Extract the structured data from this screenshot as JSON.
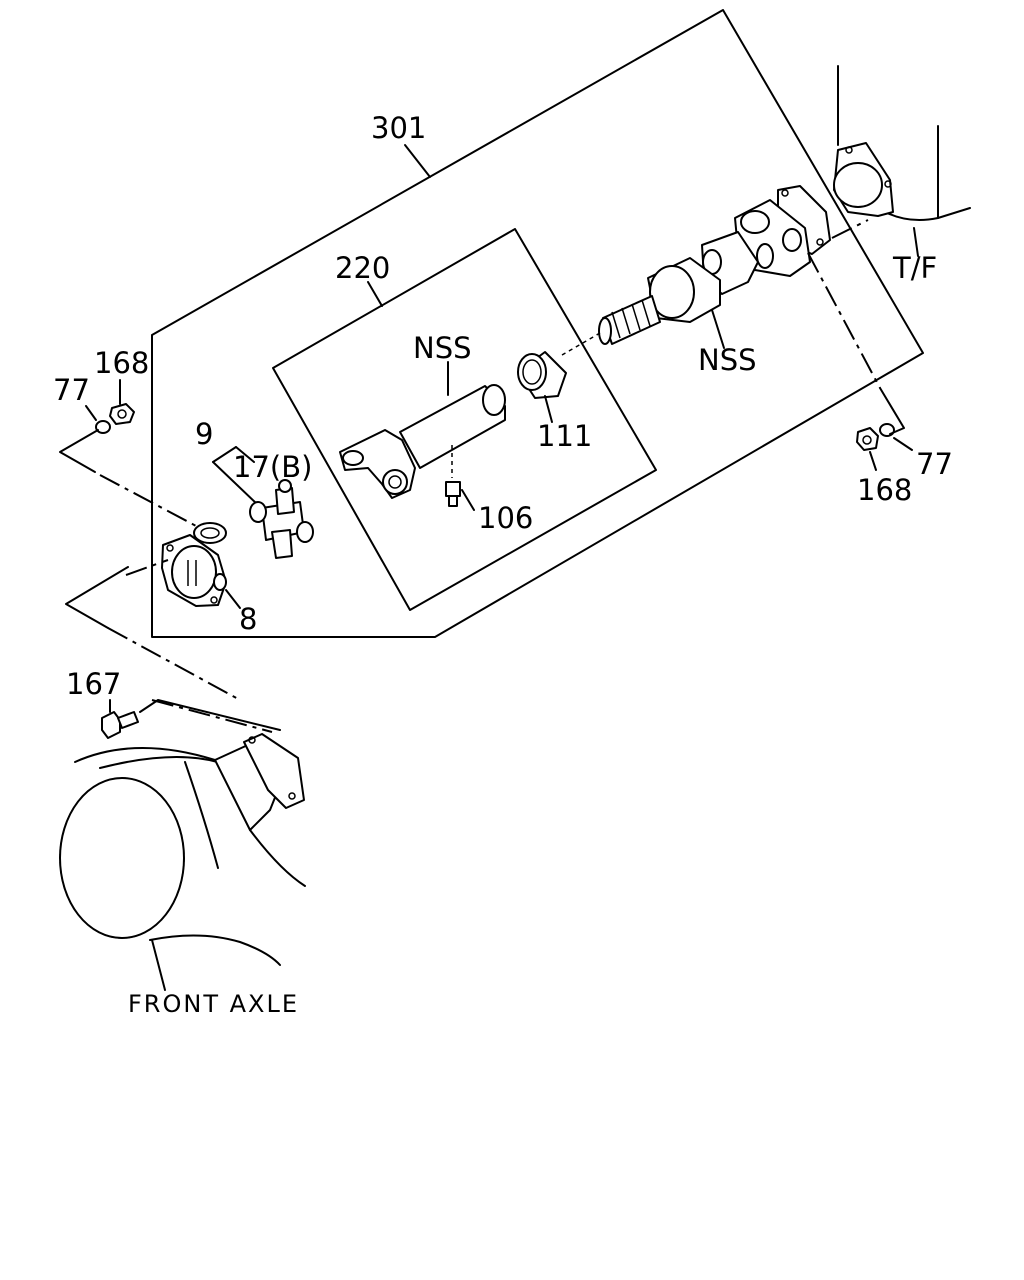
{
  "diagram": {
    "callouts": {
      "assembly_301": "301",
      "assembly_220": "220",
      "nss_left": "NSS",
      "nss_right": "NSS",
      "part_111": "111",
      "part_106": "106",
      "part_168_left": "168",
      "part_77_left": "77",
      "part_9": "9",
      "part_17b": "17(B)",
      "part_8": "8",
      "part_168_right": "168",
      "part_77_right": "77",
      "part_167": "167",
      "transfer_case": "T/F",
      "front_axle": "FRONT AXLE"
    }
  }
}
